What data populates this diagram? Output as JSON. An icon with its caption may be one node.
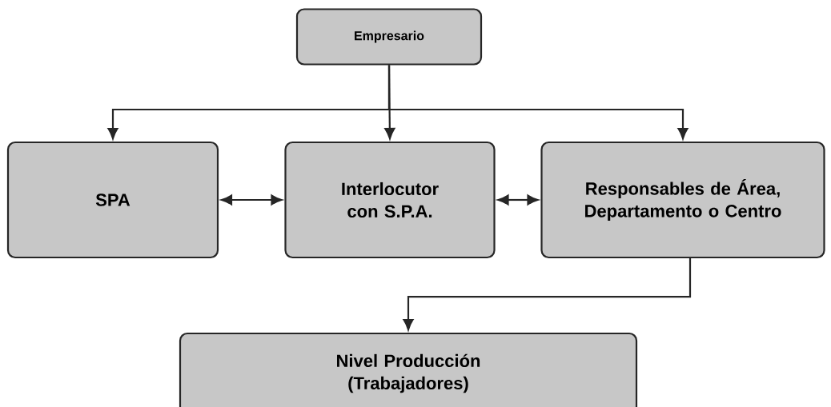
{
  "diagram": {
    "nodes": [
      {
        "text": [
          "Empresario"
        ]
      },
      {
        "text": [
          "SPA"
        ]
      },
      {
        "text": [
          "Interlocutor con S.P.A."
        ]
      },
      {
        "text": [
          "Responsables de Área, Departamento o Centro"
        ]
      },
      {
        "text": [
          "Nivel Producción (Trabajadores)"
        ]
      }
    ],
    "edges": [
      {
        "from": 0,
        "to": 1,
        "arrow": "to"
      },
      {
        "from": 0,
        "to": 2,
        "arrow": "to"
      },
      {
        "from": 0,
        "to": 3,
        "arrow": "to"
      },
      {
        "from": 1,
        "to": 2,
        "arrow": "both"
      },
      {
        "from": 2,
        "to": 3,
        "arrow": "both"
      },
      {
        "from": 3,
        "to": 4,
        "arrow": "to"
      }
    ]
  }
}
